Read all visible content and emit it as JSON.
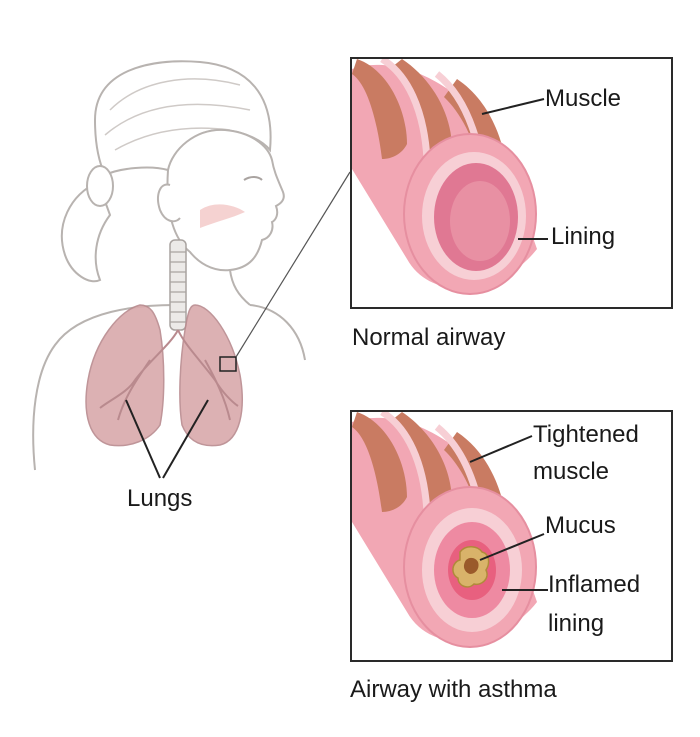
{
  "labels": {
    "muscle": "Muscle",
    "lining": "Lining",
    "normal_airway": "Normal airway",
    "tightened_muscle_line1": "Tightened",
    "tightened_muscle_line2": "muscle",
    "mucus": "Mucus",
    "inflamed_lining_line1": "Inflamed",
    "inflamed_lining_line2": "lining",
    "airway_with_asthma": "Airway with asthma",
    "lungs": "Lungs"
  },
  "colors": {
    "skin_outline": "#b8b3b0",
    "lung_fill": "#d9a9ab",
    "lung_detail": "#b98a8e",
    "muscle_band": "#c97b62",
    "airway_pink": "#f2a7b4",
    "airway_light": "#f7cfd5",
    "lumen": "#e07893",
    "inflamed": "#e8607f",
    "mucus": "#d9b36a",
    "line": "#222222"
  }
}
